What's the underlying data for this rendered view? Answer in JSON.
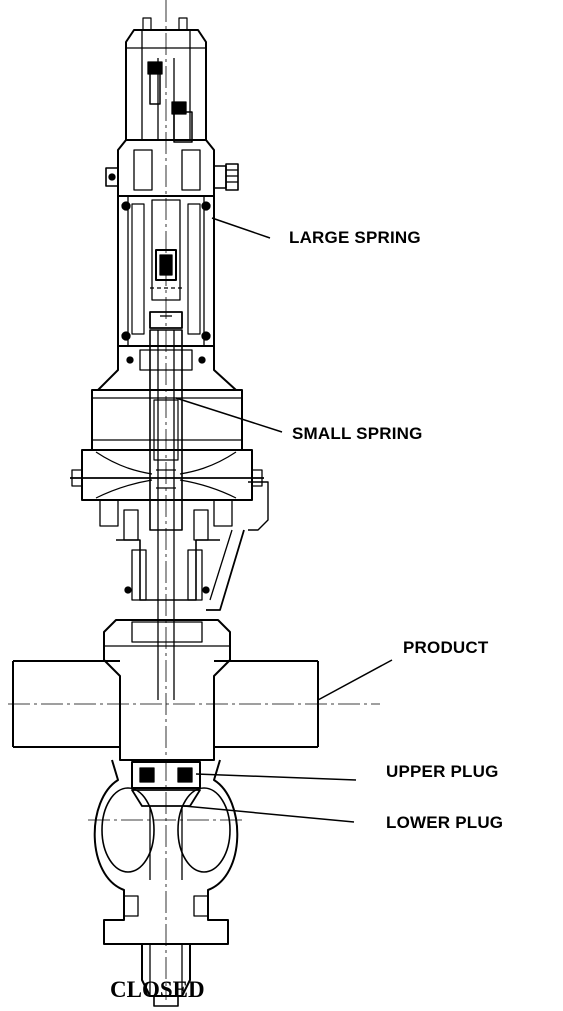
{
  "diagram": {
    "labels": {
      "large_spring": "LARGE SPRING",
      "small_spring": "SMALL SPRING",
      "product": "PRODUCT",
      "upper_plug": "UPPER PLUG",
      "lower_plug": "LOWER PLUG"
    },
    "caption": "CLOSED",
    "colors": {
      "ink": "#000000",
      "paper": "#ffffff"
    }
  }
}
